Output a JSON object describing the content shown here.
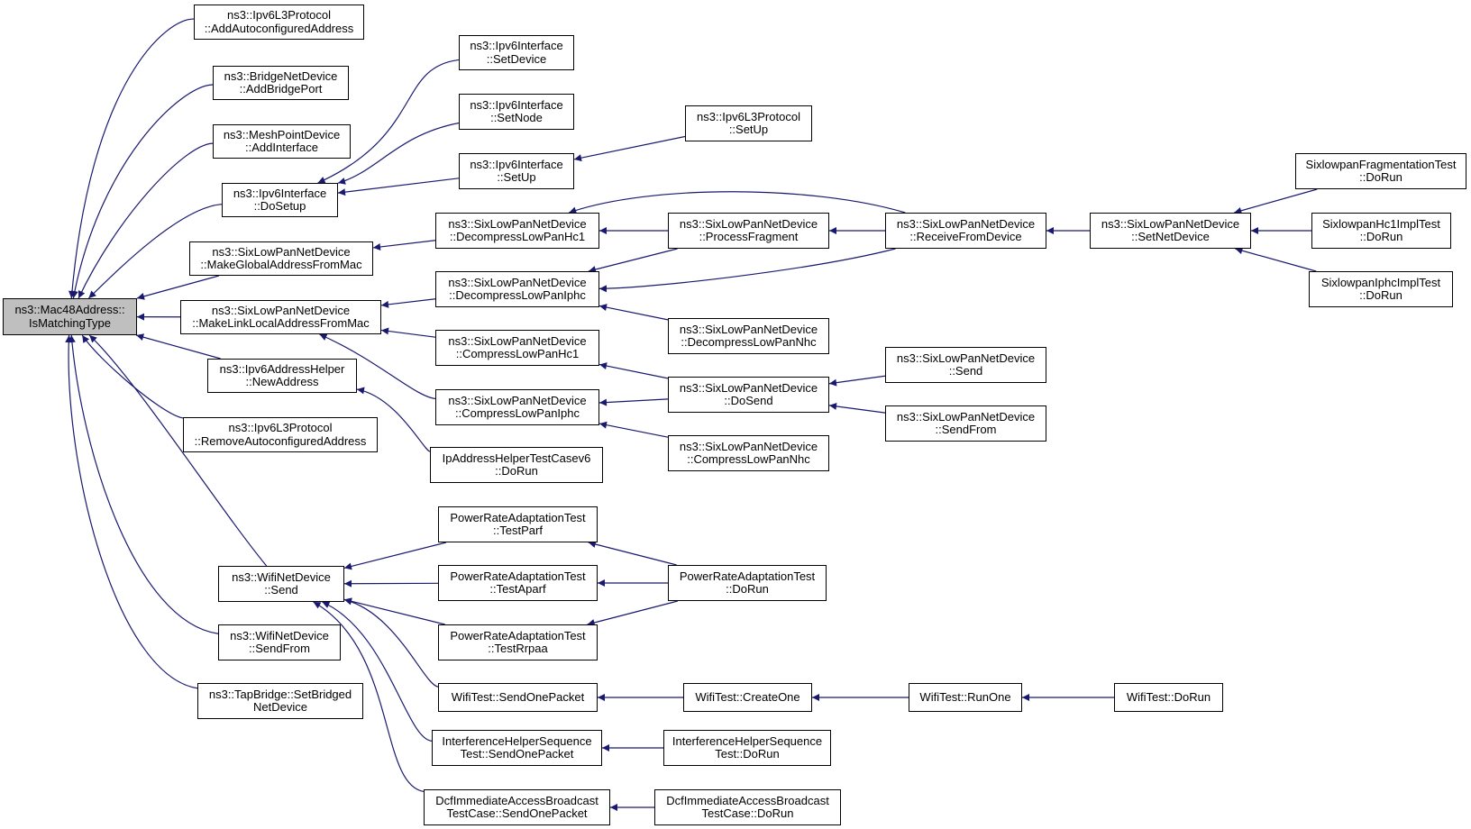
{
  "colors": {
    "edge": "#191970",
    "root_fill": "#bfbfbf",
    "node_fill": "#ffffff",
    "border": "#000000"
  },
  "nodes": {
    "root": {
      "l1": "ns3::Mac48Address::",
      "l2": "IsMatchingType"
    },
    "addauto": {
      "l1": "ns3::Ipv6L3Protocol",
      "l2": "::AddAutoconfiguredAddress"
    },
    "addbridge": {
      "l1": "ns3::BridgeNetDevice",
      "l2": "::AddBridgePort"
    },
    "addiface": {
      "l1": "ns3::MeshPointDevice",
      "l2": "::AddInterface"
    },
    "dosetup": {
      "l1": "ns3::Ipv6Interface",
      "l2": "::DoSetup"
    },
    "makeglobal": {
      "l1": "ns3::SixLowPanNetDevice",
      "l2": "::MakeGlobalAddressFromMac"
    },
    "makelink": {
      "l1": "ns3::SixLowPanNetDevice",
      "l2": "::MakeLinkLocalAddressFromMac"
    },
    "newaddr": {
      "l1": "ns3::Ipv6AddressHelper",
      "l2": "::NewAddress"
    },
    "removeauto": {
      "l1": "ns3::Ipv6L3Protocol",
      "l2": "::RemoveAutoconfiguredAddress"
    },
    "wifisend": {
      "l1": "ns3::WifiNetDevice",
      "l2": "::Send"
    },
    "wifisendfrom": {
      "l1": "ns3::WifiNetDevice",
      "l2": "::SendFrom"
    },
    "tapbridge": {
      "l1": "ns3::TapBridge::SetBridged",
      "l2": "NetDevice"
    },
    "setdevice": {
      "l1": "ns3::Ipv6Interface",
      "l2": "::SetDevice"
    },
    "setnode": {
      "l1": "ns3::Ipv6Interface",
      "l2": "::SetNode"
    },
    "setupif": {
      "l1": "ns3::Ipv6Interface",
      "l2": "::SetUp"
    },
    "setupl3": {
      "l1": "ns3::Ipv6L3Protocol",
      "l2": "::SetUp"
    },
    "dechc1": {
      "l1": "ns3::SixLowPanNetDevice",
      "l2": "::DecompressLowPanHc1"
    },
    "deciphc": {
      "l1": "ns3::SixLowPanNetDevice",
      "l2": "::DecompressLowPanIphc"
    },
    "comphc1": {
      "l1": "ns3::SixLowPanNetDevice",
      "l2": "::CompressLowPanHc1"
    },
    "compiphc": {
      "l1": "ns3::SixLowPanNetDevice",
      "l2": "::CompressLowPanIphc"
    },
    "iptest": {
      "l1": "IpAddressHelperTestCasev6",
      "l2": "::DoRun"
    },
    "procfrag": {
      "l1": "ns3::SixLowPanNetDevice",
      "l2": "::ProcessFragment"
    },
    "decnhc": {
      "l1": "ns3::SixLowPanNetDevice",
      "l2": "::DecompressLowPanNhc"
    },
    "dosend": {
      "l1": "ns3::SixLowPanNetDevice",
      "l2": "::DoSend"
    },
    "compnhc": {
      "l1": "ns3::SixLowPanNetDevice",
      "l2": "::CompressLowPanNhc"
    },
    "recvdev": {
      "l1": "ns3::SixLowPanNetDevice",
      "l2": "::ReceiveFromDevice"
    },
    "slpsend": {
      "l1": "ns3::SixLowPanNetDevice",
      "l2": "::Send"
    },
    "slpsendfrom": {
      "l1": "ns3::SixLowPanNetDevice",
      "l2": "::SendFrom"
    },
    "setnetdev": {
      "l1": "ns3::SixLowPanNetDevice",
      "l2": "::SetNetDevice"
    },
    "fragtest": {
      "l1": "SixlowpanFragmentationTest",
      "l2": "::DoRun"
    },
    "hc1test": {
      "l1": "SixlowpanHc1ImplTest",
      "l2": "::DoRun"
    },
    "iphctest": {
      "l1": "SixlowpanIphcImplTest",
      "l2": "::DoRun"
    },
    "testparf": {
      "l1": "PowerRateAdaptationTest",
      "l2": "::TestParf"
    },
    "testaparf": {
      "l1": "PowerRateAdaptationTest",
      "l2": "::TestAparf"
    },
    "testrrpaa": {
      "l1": "PowerRateAdaptationTest",
      "l2": "::TestRrpaa"
    },
    "prdorun": {
      "l1": "PowerRateAdaptationTest",
      "l2": "::DoRun"
    },
    "wifisop": {
      "l1": "WifiTest::SendOnePacket",
      "l2": ""
    },
    "createone": {
      "l1": "WifiTest::CreateOne",
      "l2": ""
    },
    "runone": {
      "l1": "WifiTest::RunOne",
      "l2": ""
    },
    "wifidorun": {
      "l1": "WifiTest::DoRun",
      "l2": ""
    },
    "ihsop": {
      "l1": "InterferenceHelperSequence",
      "l2": "Test::SendOnePacket"
    },
    "ihdorun": {
      "l1": "InterferenceHelperSequence",
      "l2": "Test::DoRun"
    },
    "dcfsop": {
      "l1": "DcfImmediateAccessBroadcast",
      "l2": "TestCase::SendOnePacket"
    },
    "dcfdorun": {
      "l1": "DcfImmediateAccessBroadcast",
      "l2": "TestCase::DoRun"
    }
  }
}
